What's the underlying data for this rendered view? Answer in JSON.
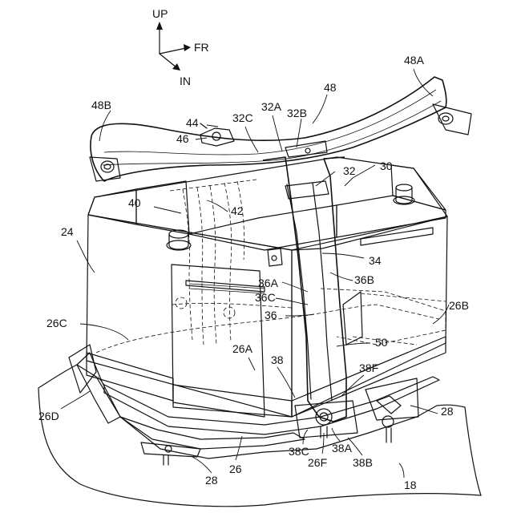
{
  "orientation": {
    "up": "UP",
    "fr": "FR",
    "in": "IN"
  },
  "labels": {
    "l48a": "48A",
    "l48": "48",
    "l48b": "48B",
    "l32a": "32A",
    "l32b": "32B",
    "l32c": "32C",
    "l44": "44",
    "l46": "46",
    "l32": "32",
    "l30": "30",
    "l40": "40",
    "l42": "42",
    "l24": "24",
    "l34": "34",
    "l36a": "36A",
    "l36b": "36B",
    "l36c": "36C",
    "l36": "36",
    "l26c": "26C",
    "l26b": "26B",
    "l50": "50",
    "l26a": "26A",
    "l38": "38",
    "l38f": "38F",
    "l28r": "28",
    "l26d": "26D",
    "l38c": "38C",
    "l38a": "38A",
    "l26": "26",
    "l26f": "26F",
    "l38b": "38B",
    "l28b": "28",
    "l18": "18"
  }
}
